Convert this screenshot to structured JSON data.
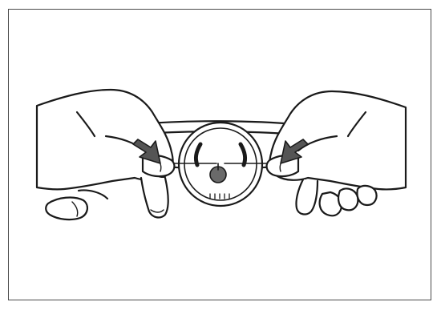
{
  "figure": {
    "description_visible_text": "",
    "colors": {
      "frame": "#4a4a4a",
      "line": "#1a1a1a",
      "arrow_fill": "#555555",
      "background": "#ffffff"
    },
    "icons": [
      "hand-left-illustration",
      "hand-right-illustration",
      "disc-device-illustration",
      "press-arrow-left-icon",
      "press-arrow-right-icon"
    ]
  }
}
